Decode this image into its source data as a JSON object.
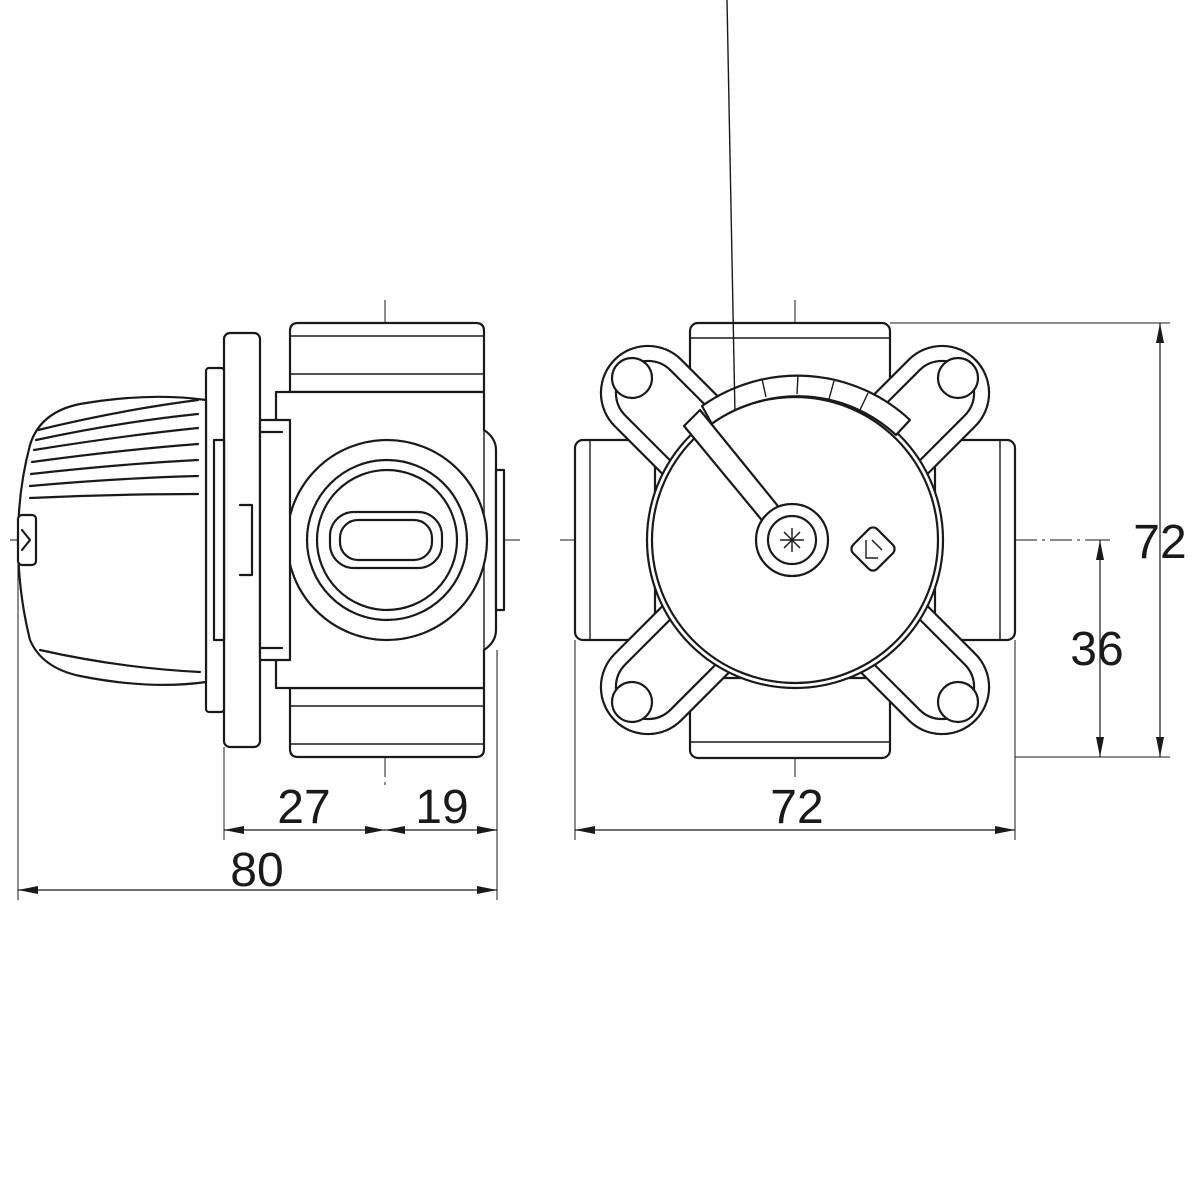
{
  "dimensions": {
    "side_view_left": "27",
    "side_view_right": "19",
    "side_view_total": "80",
    "front_view_width": "72",
    "front_view_height": "72",
    "front_view_half_height": "36"
  }
}
